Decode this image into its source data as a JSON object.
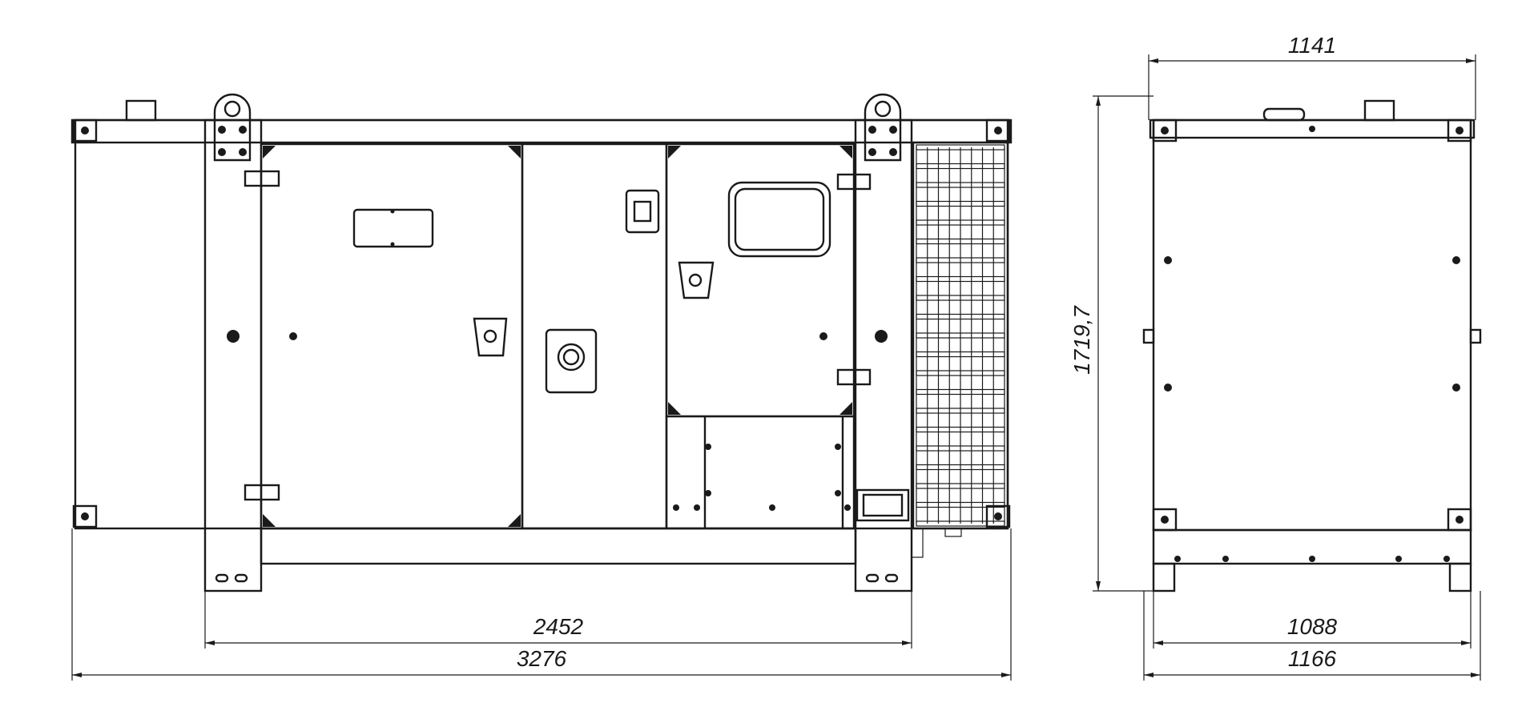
{
  "dimensions": {
    "front_inner_width": "2452",
    "front_overall_width": "3276",
    "side_top_width": "1141",
    "side_height": "1719,7",
    "side_inner_width": "1088",
    "side_overall_width": "1166"
  },
  "colors": {
    "line": "#1a1a1a",
    "background": "#ffffff"
  }
}
